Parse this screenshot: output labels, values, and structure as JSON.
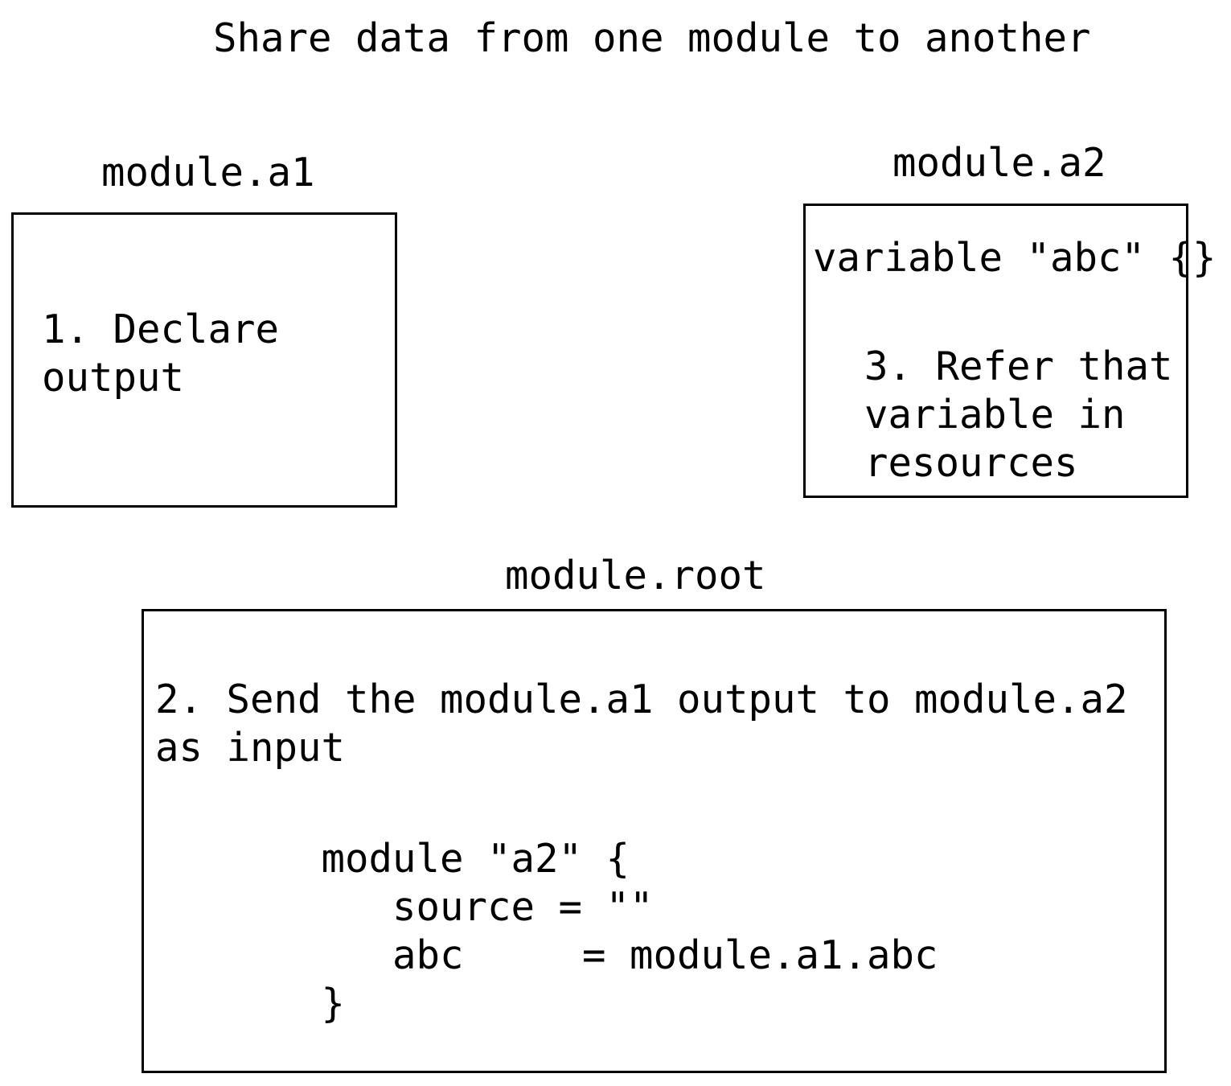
{
  "title": "Share data from one module to another",
  "modules": {
    "a1": {
      "label": "module.a1",
      "content": "1. Declare\noutput"
    },
    "a2": {
      "label": "module.a2",
      "declaration": "variable \"abc\" {}",
      "note": "3. Refer that\nvariable in\nresources"
    },
    "root": {
      "label": "module.root",
      "description": "2. Send the module.a1 output to module.a2\nas input",
      "code": "       module \"a2\" {\n          source = \"\"\n          abc     = module.a1.abc\n       }"
    }
  },
  "colors": {
    "text": "#000000",
    "border": "#000000",
    "background": "#ffffff"
  }
}
